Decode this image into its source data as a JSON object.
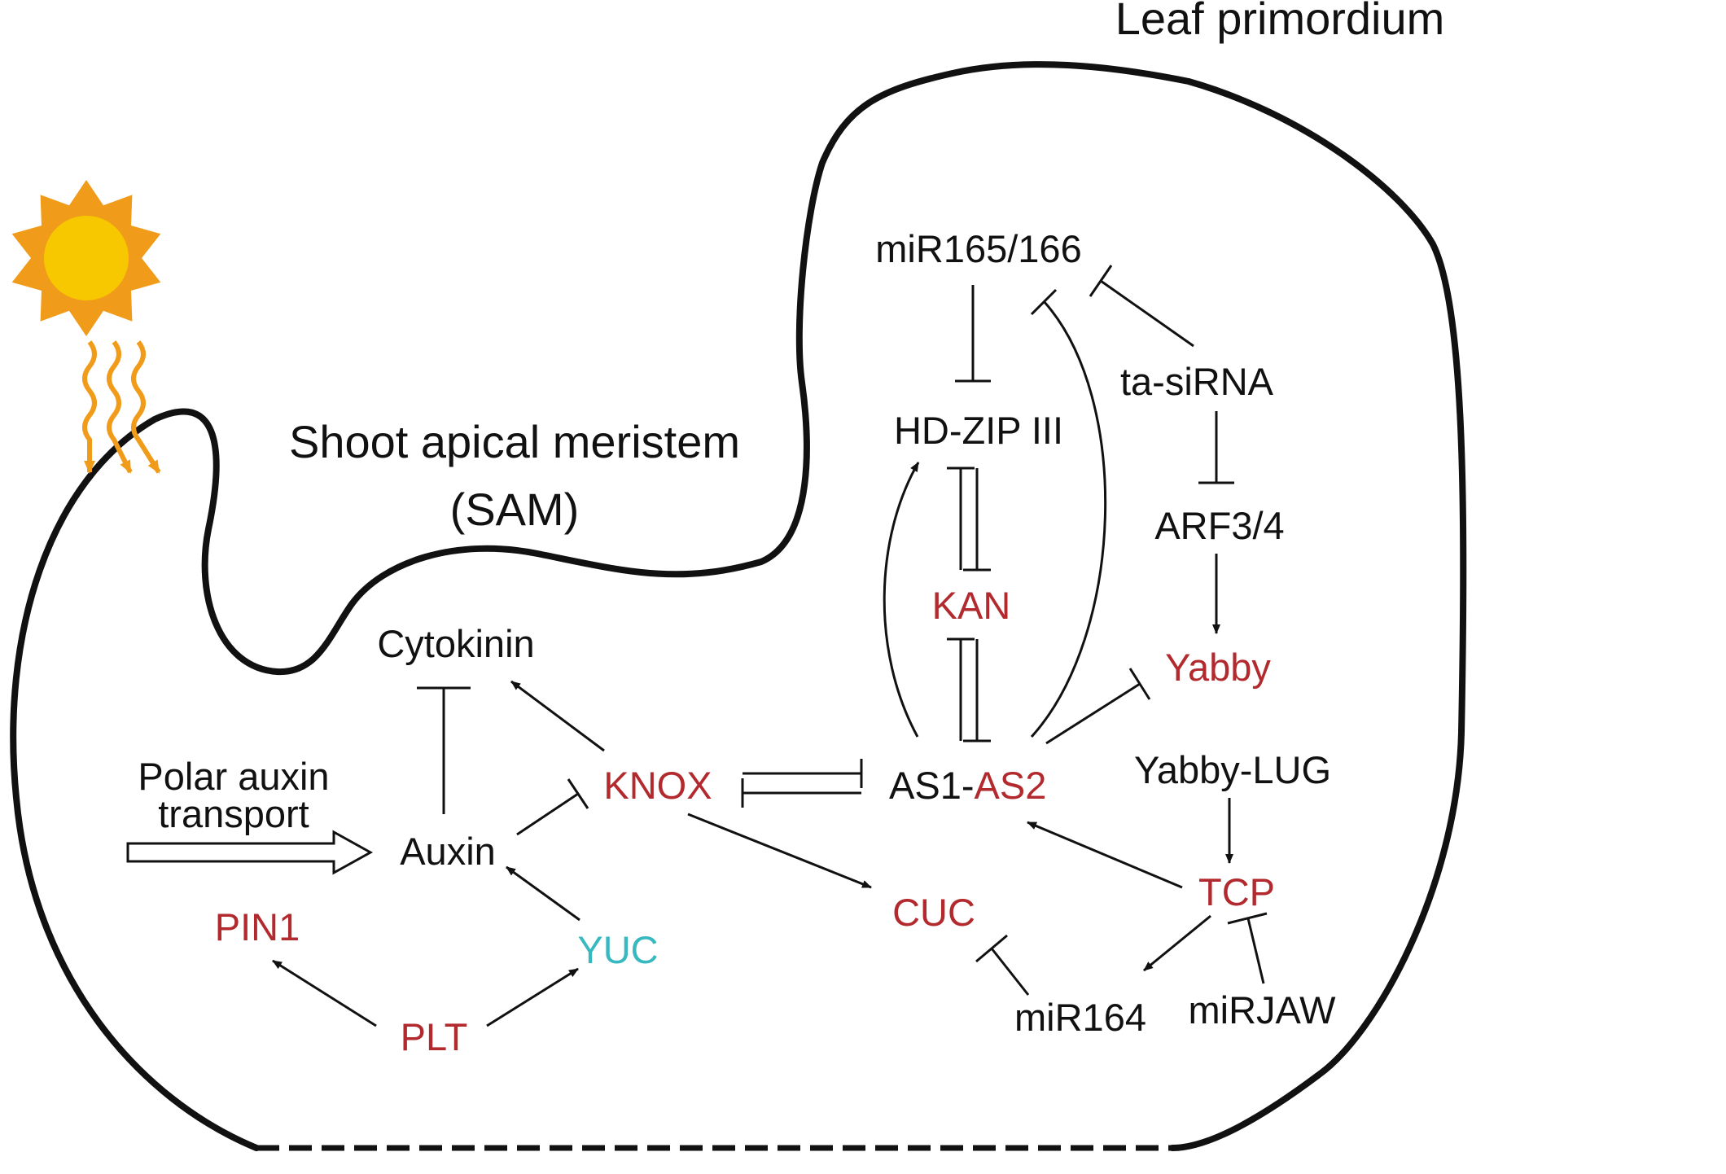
{
  "colors": {
    "red": "#b22a2e",
    "cyan": "#38b8c0",
    "black": "#111111",
    "sun_core": "#f7c800",
    "sun_ray": "#f09c1a"
  },
  "titles": {
    "leaf_primordium": "Leaf primordium",
    "sam_line1": "Shoot apical meristem",
    "sam_line2": "(SAM)"
  },
  "labels": {
    "mir165": "miR165/166",
    "hdzip": "HD-ZIP III",
    "ta_sirna": "ta-siRNA",
    "arf": "ARF3/4",
    "kan": "KAN",
    "yabby": "Yabby",
    "cytokinin": "Cytokinin",
    "knox": "KNOX",
    "as1": "AS1-",
    "as2": "AS2",
    "yabby_lug": "Yabby-LUG",
    "polar_1": "Polar auxin",
    "polar_2": "transport",
    "auxin": "Auxin",
    "cuc": "CUC",
    "tcp": "TCP",
    "pin1": "PIN1",
    "yuc": "YUC",
    "plt": "PLT",
    "mir164": "miR164",
    "mirjaw": "miRJAW"
  },
  "icons": {
    "sun": "sun-icon",
    "light_rays": "wavy-light-rays-icon"
  },
  "edges": [
    {
      "from": "mir165",
      "to": "hdzip",
      "type": "inhibit"
    },
    {
      "from": "ta_sirna",
      "to": "mir165",
      "type": "inhibit"
    },
    {
      "from": "as2",
      "to": "mir165",
      "type": "inhibit"
    },
    {
      "from": "ta_sirna",
      "to": "arf",
      "type": "inhibit"
    },
    {
      "from": "arf",
      "to": "yabby",
      "type": "activate"
    },
    {
      "from": "hdzip",
      "to": "kan",
      "type": "mutual-inhibit"
    },
    {
      "from": "kan",
      "to": "as2",
      "type": "mutual-inhibit"
    },
    {
      "from": "as1",
      "to": "hdzip",
      "type": "activate"
    },
    {
      "from": "as2",
      "to": "yabby",
      "type": "inhibit"
    },
    {
      "from": "knox",
      "to": "as1",
      "type": "mutual-inhibit"
    },
    {
      "from": "knox",
      "to": "cytokinin",
      "type": "activate"
    },
    {
      "from": "auxin",
      "to": "cytokinin",
      "type": "inhibit"
    },
    {
      "from": "auxin",
      "to": "knox",
      "type": "inhibit"
    },
    {
      "from": "yuc",
      "to": "auxin",
      "type": "activate"
    },
    {
      "from": "plt",
      "to": "pin1",
      "type": "activate"
    },
    {
      "from": "plt",
      "to": "yuc",
      "type": "activate"
    },
    {
      "from": "knox",
      "to": "cuc",
      "type": "activate"
    },
    {
      "from": "yabby_lug",
      "to": "tcp",
      "type": "activate"
    },
    {
      "from": "tcp",
      "to": "as2",
      "type": "activate"
    },
    {
      "from": "tcp",
      "to": "mir164",
      "type": "activate"
    },
    {
      "from": "mirjaw",
      "to": "tcp",
      "type": "inhibit"
    },
    {
      "from": "mir164",
      "to": "cuc",
      "type": "inhibit"
    },
    {
      "from": "polar_transport",
      "to": "auxin",
      "type": "hollow-arrow"
    }
  ]
}
